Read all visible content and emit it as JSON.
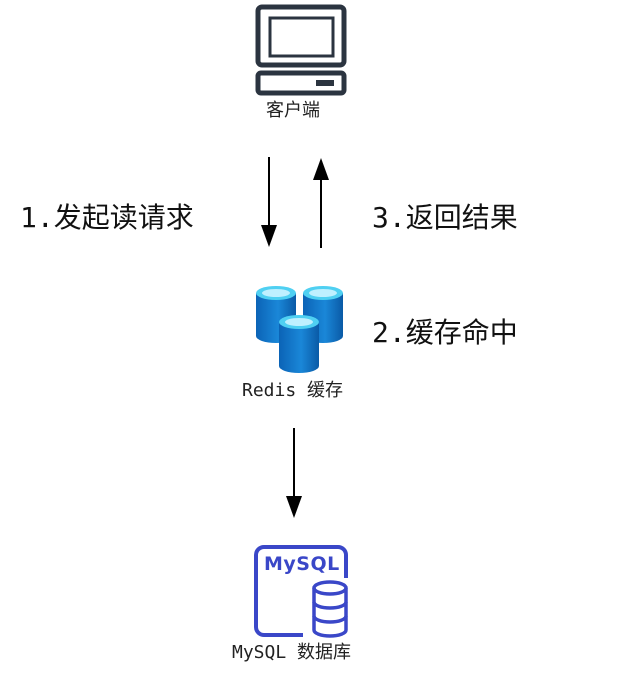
{
  "nodes": {
    "client": {
      "label": "客户端",
      "icon": "computer-monitor-icon"
    },
    "redis": {
      "label": "Redis 缓存",
      "icon": "database-cylinders-icon",
      "color": "#0a6fc2"
    },
    "mysql": {
      "label": "MySQL 数据库",
      "icon": "mysql-database-icon",
      "logo_text": "MySQL",
      "color": "#3a47c8"
    }
  },
  "steps": {
    "request": "1.发起读请求",
    "return": "3.返回结果",
    "hit": "2.缓存命中"
  }
}
